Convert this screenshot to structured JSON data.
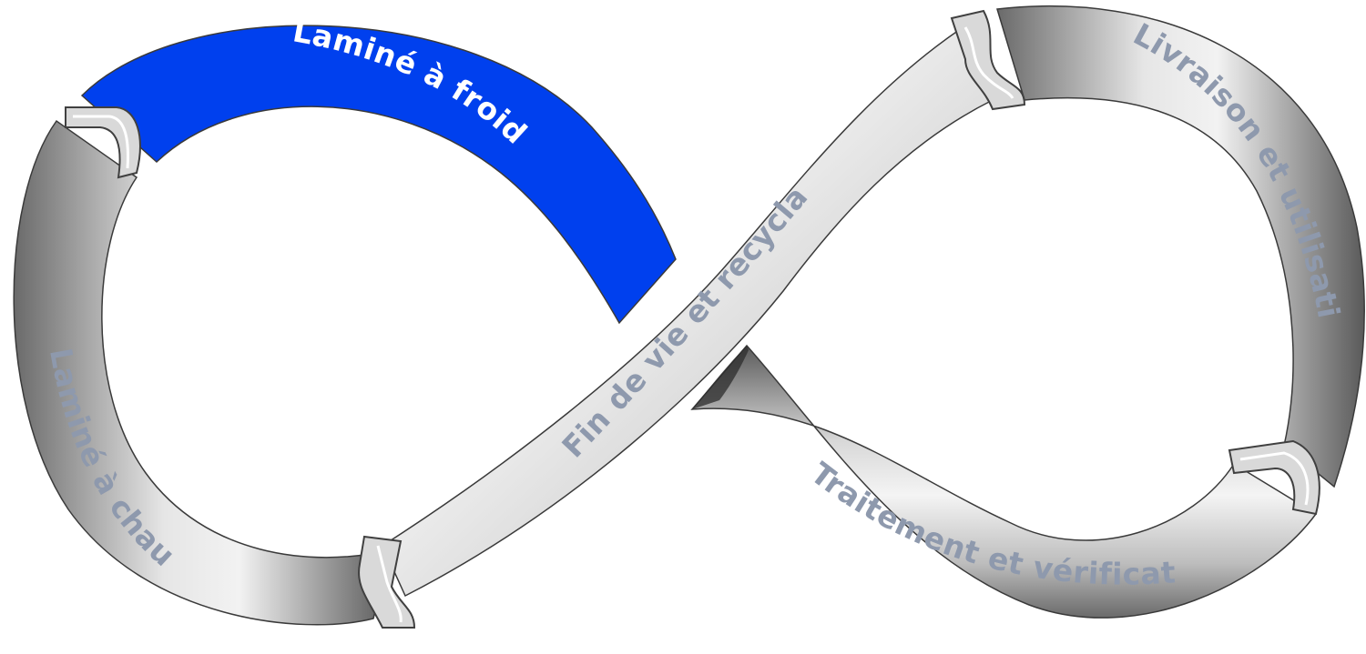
{
  "diagram": {
    "active_color": "#0040ee",
    "inactive_text_color": "#8e99ad",
    "active_text_color": "#ffffff",
    "segments": [
      {
        "id": "cold",
        "label": "Laminé à froid",
        "active": true
      },
      {
        "id": "hot",
        "label": "Laminé à chaud",
        "active": false
      },
      {
        "id": "eol",
        "label": "Fin de vie et recyclage",
        "active": false
      },
      {
        "id": "delivery",
        "label": "Livraison et utilisation",
        "active": false
      },
      {
        "id": "processing",
        "label": "Traitement et vérification",
        "active": false
      }
    ]
  }
}
